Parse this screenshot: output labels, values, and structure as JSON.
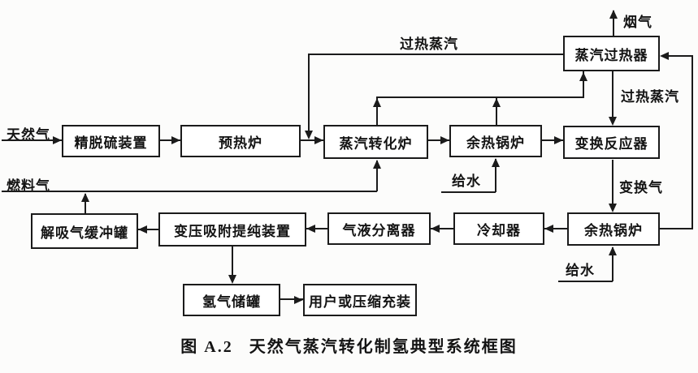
{
  "figure": {
    "caption_prefix": "图 A.2",
    "caption_title": "天然气蒸汽转化制氢典型系统框图"
  },
  "nodes": {
    "steam_superheater": "蒸汽过热器",
    "desulfurization_unit": "精脱硫装置",
    "preheating_furnace": "预热炉",
    "steam_reformer": "蒸汽转化炉",
    "waste_heat_boiler_1": "余热锅炉",
    "shift_reactor": "变换反应器",
    "desorption_gas_buffer_tank": "解吸气缓冲罐",
    "psa_purification_unit": "变压吸附提纯装置",
    "gas_liquid_separator": "气液分离器",
    "cooler": "冷却器",
    "waste_heat_boiler_2": "余热锅炉",
    "hydrogen_storage_tank": "氢气储罐",
    "user_or_compression_filling": "用户或压缩充装"
  },
  "streams": {
    "natural_gas": "天然气",
    "fuel_gas": "燃料气",
    "superheated_steam_top": "过热蒸汽",
    "superheated_steam_right": "过热蒸汽",
    "flue_gas": "烟气",
    "shift_gas": "变换气",
    "feed_water_1": "给水",
    "feed_water_2": "给水"
  },
  "edges": [
    {
      "from": "天然气",
      "to": "精脱硫装置"
    },
    {
      "from": "精脱硫装置",
      "to": "预热炉"
    },
    {
      "from": "预热炉",
      "to": "蒸汽转化炉"
    },
    {
      "from": "蒸汽过热器",
      "to": "蒸汽转化炉入口",
      "label": "过热蒸汽"
    },
    {
      "from": "蒸汽转化炉",
      "to": "余热锅炉(上排)"
    },
    {
      "from": "余热锅炉(上排)",
      "to": "变换反应器"
    },
    {
      "from": "蒸汽转化炉",
      "to": "蒸汽过热器"
    },
    {
      "from": "余热锅炉(上排)",
      "to": "蒸汽过热器"
    },
    {
      "from": "蒸汽过热器",
      "to": "烟气"
    },
    {
      "from": "蒸汽过热器",
      "to": "变换反应器",
      "label": "过热蒸汽"
    },
    {
      "from": "变换反应器",
      "to": "余热锅炉(下排)",
      "label": "变换气"
    },
    {
      "from": "余热锅炉(下排)",
      "to": "蒸汽过热器"
    },
    {
      "from": "给水",
      "to": "余热锅炉(上排)"
    },
    {
      "from": "给水",
      "to": "余热锅炉(下排)"
    },
    {
      "from": "燃料气",
      "to": "蒸汽转化炉"
    },
    {
      "from": "解吸气缓冲罐",
      "to": "燃料气管线"
    },
    {
      "from": "余热锅炉(下排)",
      "to": "冷却器"
    },
    {
      "from": "冷却器",
      "to": "气液分离器"
    },
    {
      "from": "气液分离器",
      "to": "变压吸附提纯装置"
    },
    {
      "from": "变压吸附提纯装置",
      "to": "解吸气缓冲罐"
    },
    {
      "from": "变压吸附提纯装置",
      "to": "氢气储罐"
    },
    {
      "from": "氢气储罐",
      "to": "用户或压缩充装"
    }
  ],
  "colors": {
    "line": "#1b1b1b",
    "background": "#fcfcfb",
    "box_fill": "#ffffff"
  }
}
